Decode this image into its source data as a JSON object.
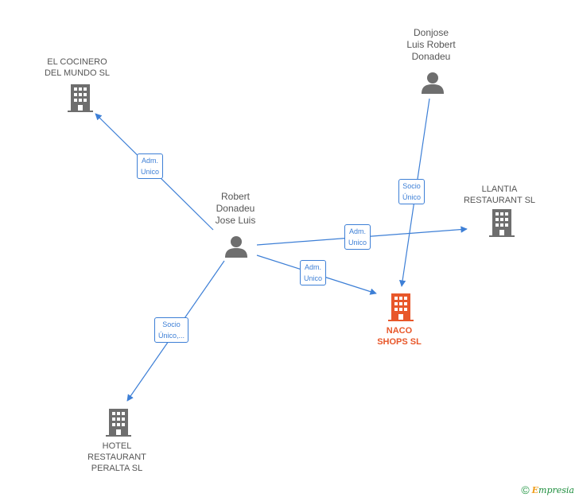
{
  "nodes": {
    "cocinero": {
      "lines": [
        "EL COCINERO",
        "DEL MUNDO SL"
      ]
    },
    "donjose": {
      "lines": [
        "Donjose",
        "Luis Robert",
        "Donadeu"
      ]
    },
    "robert": {
      "lines": [
        "Robert",
        "Donadeu",
        "Jose Luis"
      ]
    },
    "llantia": {
      "lines": [
        "LLANTIA",
        "RESTAURANT SL"
      ]
    },
    "naco": {
      "lines": [
        "NACO",
        "SHOPS SL"
      ]
    },
    "hotel": {
      "lines": [
        "HOTEL",
        "RESTAURANT",
        "PERALTA SL"
      ]
    }
  },
  "edges": {
    "adm_cocinero": {
      "lines": [
        "Adm.",
        "Unico"
      ]
    },
    "socio_donjose": {
      "lines": [
        "Socio",
        "Único"
      ]
    },
    "adm_llantia": {
      "lines": [
        "Adm.",
        "Unico"
      ]
    },
    "adm_naco": {
      "lines": [
        "Adm.",
        "Unico"
      ]
    },
    "socio_hotel": {
      "lines": [
        "Socio",
        "Único,..."
      ]
    }
  },
  "colors": {
    "edge": "#3d7fd6",
    "node": "#6e6e6e",
    "focus": "#e8572a"
  },
  "footer": {
    "copyright": "©",
    "brand_initial": "E",
    "brand_rest": "mpresia"
  }
}
